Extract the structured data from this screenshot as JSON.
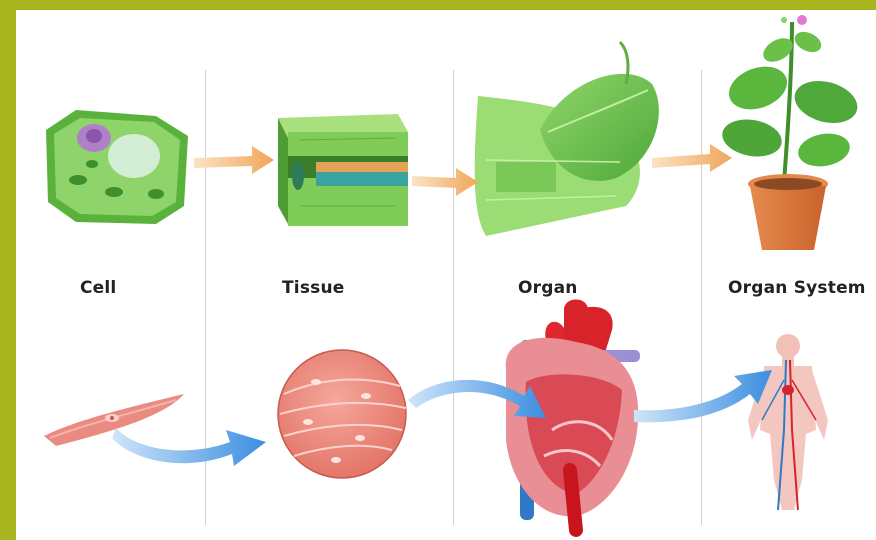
{
  "stages": [
    {
      "label": "Cell"
    },
    {
      "label": "Tissue"
    },
    {
      "label": "Organ"
    },
    {
      "label": "Organ System"
    }
  ],
  "colors": {
    "frame": "#a8b41e",
    "plant_green": "#6cc04a",
    "dark_green": "#3f8f2c",
    "muscle_pink": "#e8807a",
    "heart_red": "#d8232a",
    "vein_blue": "#2f79c6",
    "plant_arrow": "#f2b879",
    "animal_arrow": "#4a9be0",
    "pot": "#d7743a"
  }
}
